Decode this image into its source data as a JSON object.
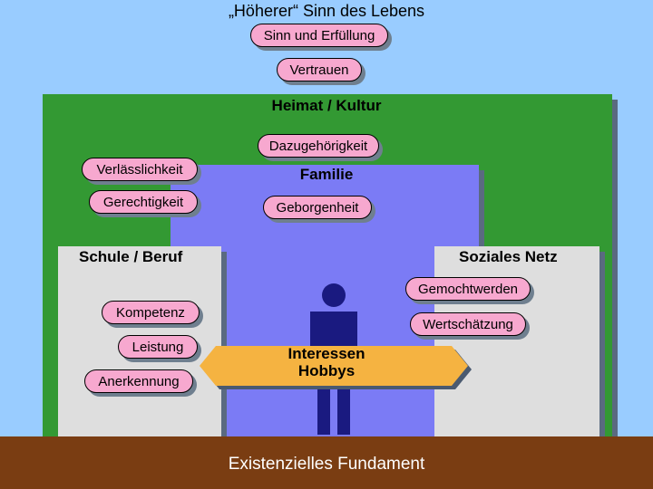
{
  "title": "„Höherer“ Sinn des Lebens",
  "top_items": [
    "Sinn und Erfüllung",
    "Vertrauen"
  ],
  "heimat": {
    "label": "Heimat / Kultur",
    "items": [
      "Dazugehörigkeit",
      "Verlässlichkeit",
      "Gerechtigkeit"
    ]
  },
  "familie": {
    "label": "Familie",
    "items": [
      "Geborgenheit"
    ]
  },
  "schule": {
    "label": "Schule / Beruf",
    "items": [
      "Kompetenz",
      "Leistung",
      "Anerkennung"
    ]
  },
  "soziales": {
    "label": "Soziales Netz",
    "items": [
      "Gemochtwerden",
      "Wertschätzung"
    ]
  },
  "center_arrow": [
    "Interessen",
    "Hobbys"
  ],
  "foundation": "Existenzielles Fundament",
  "colors": {
    "background": "#99ccff",
    "heimat": "#339933",
    "familie": "#7b7bf5",
    "panels": "#dedede",
    "pill": "#f7a8cf",
    "arrow": "#f5b341",
    "foundation": "#7a3d12",
    "person": "#1a1a80"
  }
}
